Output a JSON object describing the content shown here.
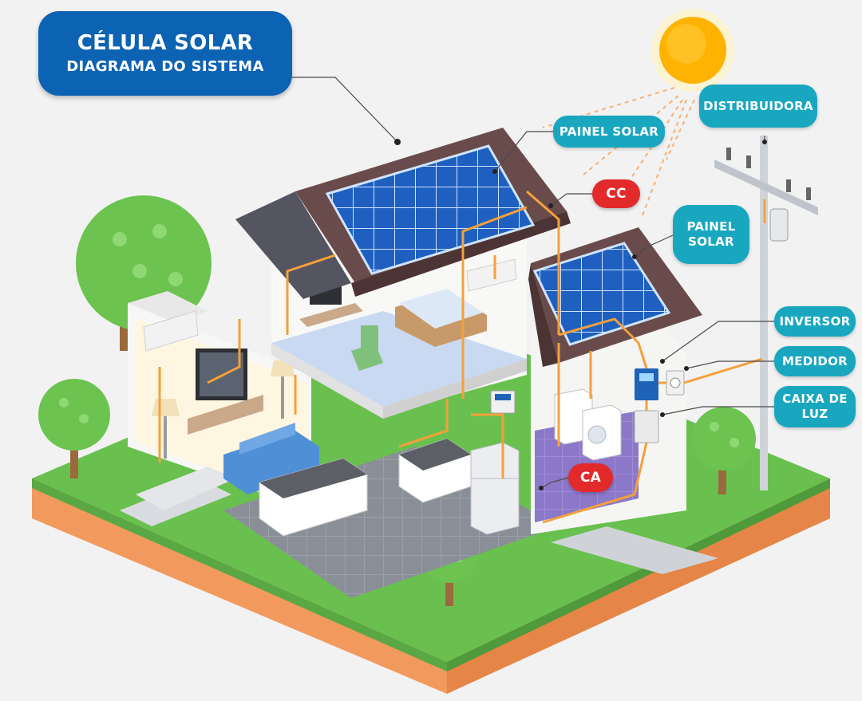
{
  "title": {
    "line1": "CÉLULA SOLAR",
    "line2": "DIAGRAMA DO SISTEMA"
  },
  "labels": {
    "painel_solar_top": "PAINEL SOLAR",
    "cc": "CC",
    "painel_solar_side_1": "PAINEL",
    "painel_solar_side_2": "SOLAR",
    "distribuidora": "DISTRIBUIDORA",
    "inversor": "INVERSOR",
    "medidor": "MEDIDOR",
    "caixa_de_luz_1": "CAIXA DE",
    "caixa_de_luz_2": "LUZ",
    "ca": "CA"
  },
  "colors": {
    "title_bg": "#0d63b3",
    "label_bg": "#19a7c0",
    "current_label_bg": "#e32a2b",
    "wire": "#f5a03a",
    "sun": "#ffb300",
    "panel": "#1e5fb8",
    "grass": "#69c04f",
    "soil": "#f29a5e"
  },
  "icons": [
    "sun-icon",
    "solar-panel-icon",
    "utility-pole-icon",
    "inverter-icon",
    "meter-icon",
    "breaker-box-icon",
    "tree-icon"
  ]
}
